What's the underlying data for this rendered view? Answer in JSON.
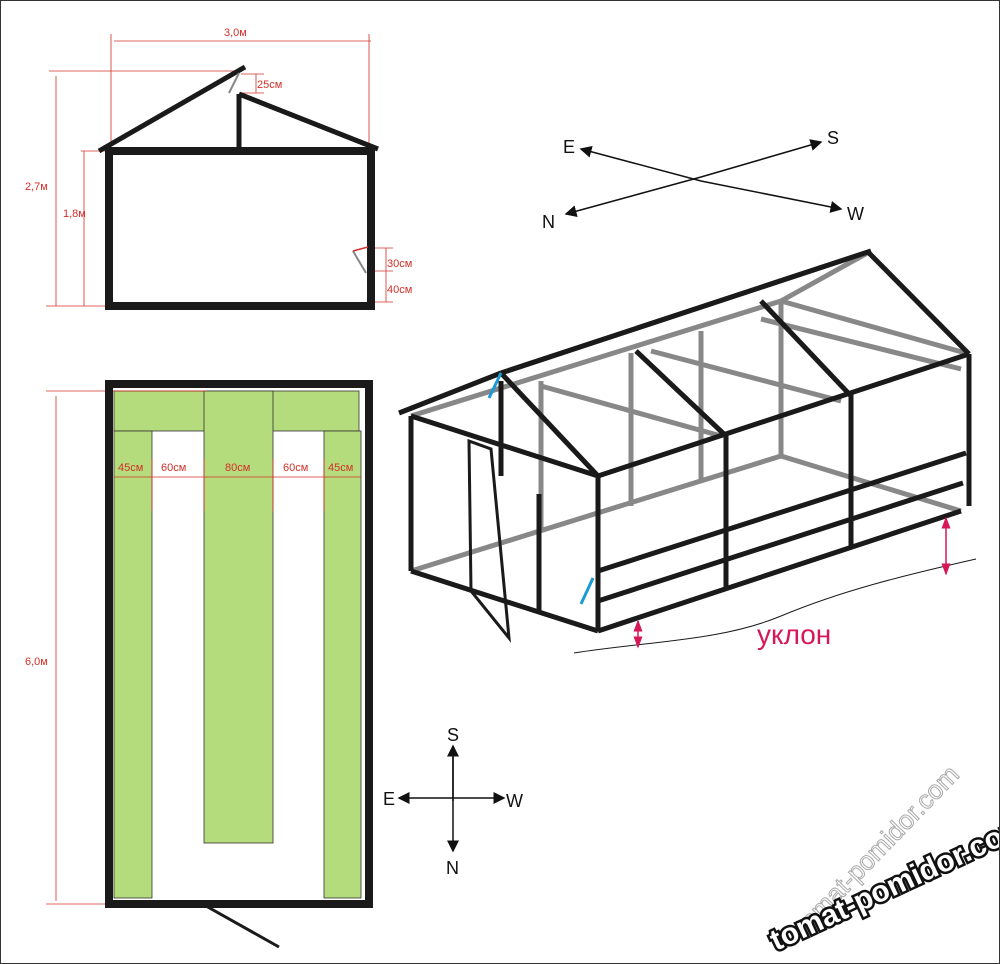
{
  "side_view": {
    "width_label": "3,0м",
    "total_height_label": "2,7м",
    "wall_height_label": "1,8м",
    "roof_vent_label": "25см",
    "side_vent_label": "30см",
    "side_vent_offset_label": "40см"
  },
  "plan_view": {
    "bed_widths": [
      "45см",
      "60см",
      "80см",
      "60см",
      "45см"
    ],
    "length_label": "6,0м",
    "bed_color": "#b5dc7c"
  },
  "compass_top": {
    "e": "E",
    "s": "S",
    "n": "N",
    "w": "W"
  },
  "compass_bottom": {
    "s": "S",
    "e": "E",
    "w": "W",
    "n": "N"
  },
  "perspective": {
    "slope_label": "уклон",
    "slope_color": "#d6175a"
  },
  "watermark": "tomat-pomidor.com"
}
